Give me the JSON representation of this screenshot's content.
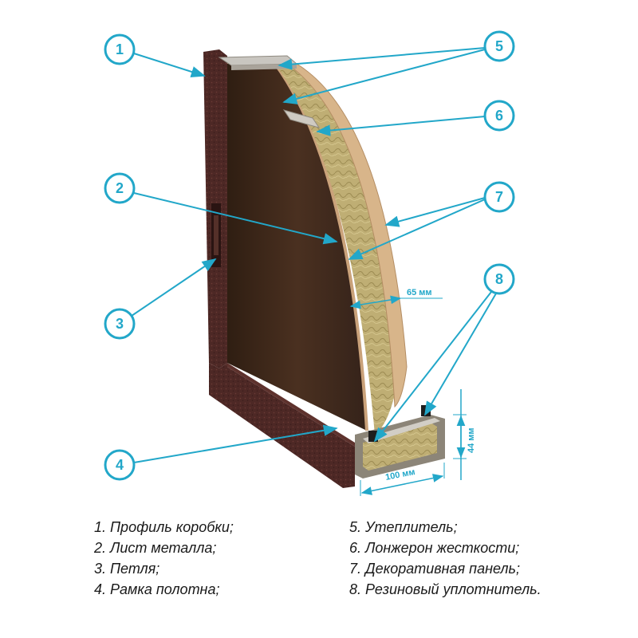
{
  "callouts": [
    {
      "number": "1",
      "label": "Профиль коробки;"
    },
    {
      "number": "2",
      "label": "Лист металла;"
    },
    {
      "number": "3",
      "label": "Петля;"
    },
    {
      "number": "4",
      "label": "Рамка полотна;"
    },
    {
      "number": "5",
      "label": "Утеплитель;"
    },
    {
      "number": "6",
      "label": "Лонжерон жесткости;"
    },
    {
      "number": "7",
      "label": "Декоративная панель;"
    },
    {
      "number": "8",
      "label": "Резиновый уплотнитель."
    }
  ],
  "legend": {
    "left": [
      "1. Профиль коробки;",
      "2. Лист металла;",
      "3. Петля;",
      "4. Рамка полотна;"
    ],
    "right": [
      "5. Утеплитель;",
      "6. Лонжерон жесткости;",
      "7. Декоративная панель;",
      "8. Резиновый уплотнитель."
    ]
  },
  "dimensions": {
    "thickness": "65 мм",
    "height": "44 мм",
    "width": "100 мм"
  },
  "colors": {
    "accent": "#22a7c9",
    "metal_frame": "#4a2623",
    "wood_panel": "#3b2616",
    "insulation": "#b9a66a",
    "decor_panel": "#d8b58a"
  }
}
